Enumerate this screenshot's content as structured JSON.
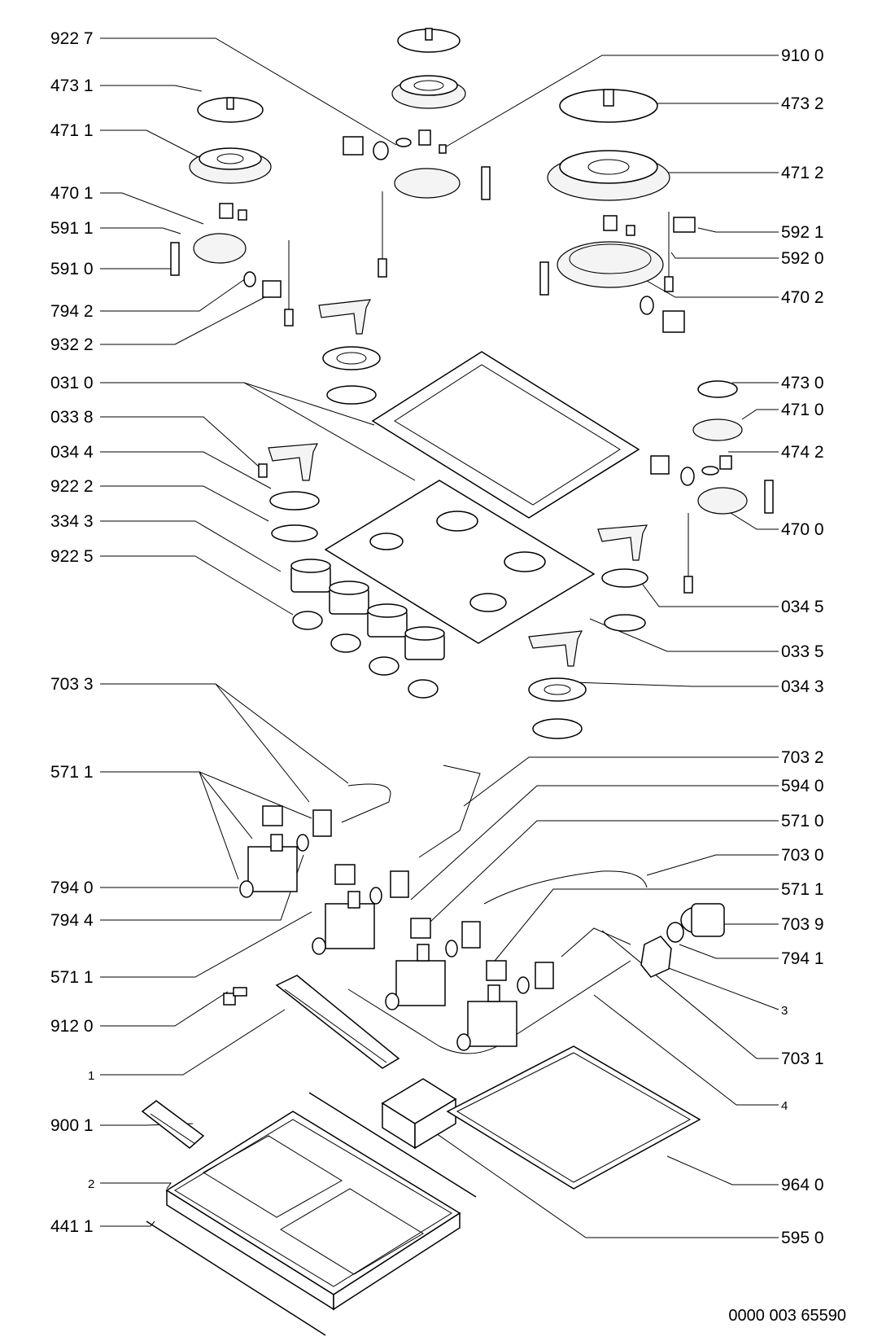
{
  "diagram": {
    "left_labels": [
      {
        "id": "922-7",
        "text": "922 7"
      },
      {
        "id": "473-1",
        "text": "473 1"
      },
      {
        "id": "471-1",
        "text": "471 1"
      },
      {
        "id": "470-1",
        "text": "470 1"
      },
      {
        "id": "591-1",
        "text": "591 1"
      },
      {
        "id": "591-0",
        "text": "591 0"
      },
      {
        "id": "794-2",
        "text": "794 2"
      },
      {
        "id": "932-2",
        "text": "932 2"
      },
      {
        "id": "031-0",
        "text": "031 0"
      },
      {
        "id": "033-8",
        "text": "033 8"
      },
      {
        "id": "034-4",
        "text": "034 4"
      },
      {
        "id": "922-2",
        "text": "922 2"
      },
      {
        "id": "334-3",
        "text": "334 3"
      },
      {
        "id": "922-5",
        "text": "922 5"
      },
      {
        "id": "703-3",
        "text": "703 3"
      },
      {
        "id": "571-1a",
        "text": "571 1"
      },
      {
        "id": "794-0",
        "text": "794 0"
      },
      {
        "id": "794-4",
        "text": "794 4"
      },
      {
        "id": "571-1b",
        "text": "571 1"
      },
      {
        "id": "912-0",
        "text": "912 0"
      },
      {
        "id": "1",
        "text": "1"
      },
      {
        "id": "900-1",
        "text": "900 1"
      },
      {
        "id": "2",
        "text": "2"
      },
      {
        "id": "441-1",
        "text": "441 1"
      }
    ],
    "right_labels": [
      {
        "id": "910-0",
        "text": "910 0"
      },
      {
        "id": "473-2",
        "text": "473 2"
      },
      {
        "id": "471-2",
        "text": "471 2"
      },
      {
        "id": "592-1",
        "text": "592 1"
      },
      {
        "id": "592-0",
        "text": "592 0"
      },
      {
        "id": "470-2",
        "text": "470 2"
      },
      {
        "id": "473-0",
        "text": "473 0"
      },
      {
        "id": "471-0",
        "text": "471 0"
      },
      {
        "id": "474-2",
        "text": "474 2"
      },
      {
        "id": "470-0",
        "text": "470 0"
      },
      {
        "id": "034-5",
        "text": "034 5"
      },
      {
        "id": "033-5",
        "text": "033 5"
      },
      {
        "id": "034-3",
        "text": "034 3"
      },
      {
        "id": "703-2",
        "text": "703 2"
      },
      {
        "id": "594-0",
        "text": "594 0"
      },
      {
        "id": "571-0",
        "text": "571 0"
      },
      {
        "id": "703-0",
        "text": "703 0"
      },
      {
        "id": "571-1c",
        "text": "571 1"
      },
      {
        "id": "703-9",
        "text": "703 9"
      },
      {
        "id": "794-1",
        "text": "794 1"
      },
      {
        "id": "3",
        "text": "3"
      },
      {
        "id": "703-1",
        "text": "703 1"
      },
      {
        "id": "4",
        "text": "4"
      },
      {
        "id": "964-0",
        "text": "964 0"
      },
      {
        "id": "595-0",
        "text": "595 0"
      }
    ],
    "document_number": "0000 003 65590"
  }
}
